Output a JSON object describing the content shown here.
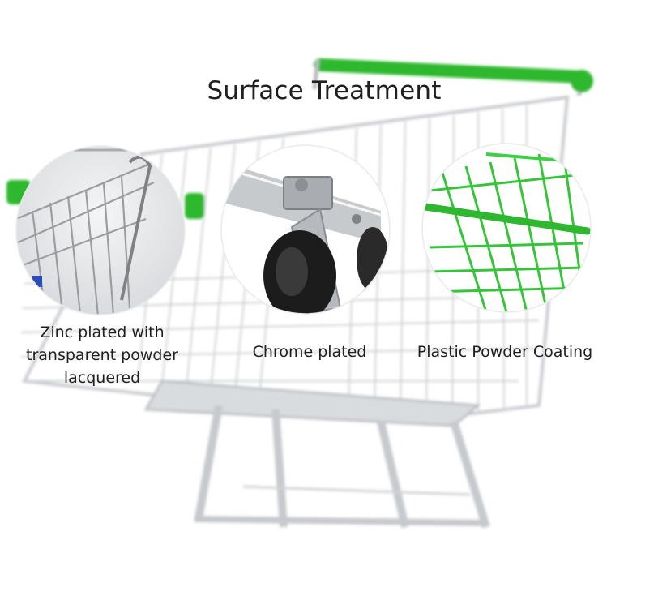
{
  "title": "Surface Treatment",
  "finishes": [
    {
      "key": "zinc",
      "caption_lines": [
        "Zinc plated with",
        "transparent powder",
        "lacquered"
      ]
    },
    {
      "key": "chrome",
      "caption_lines": [
        "Chrome plated"
      ]
    },
    {
      "key": "powder",
      "caption_lines": [
        "Plastic Powder Coating"
      ]
    }
  ],
  "colors": {
    "handle_green": "#2fb82f",
    "wire_silver": "#c9ccd0",
    "wire_dark": "#8d9095",
    "coating_green": "#35c43a",
    "wheel_black": "#1c1c1c",
    "text": "#1f1f1f"
  }
}
